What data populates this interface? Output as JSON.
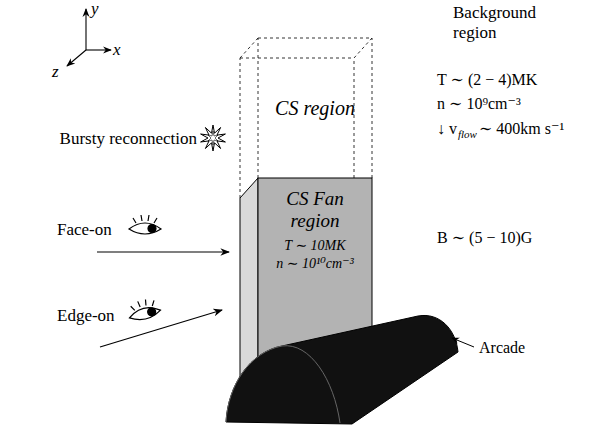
{
  "diagram": {
    "nodes": [
      {
        "text": [
          "CS region"
        ]
      },
      {
        "text": [
          "CS Fan region",
          "T ∼ 10MK",
          "n ∼ 10¹⁰cm⁻³"
        ]
      }
    ],
    "labels": [
      "y",
      "x",
      "z",
      "Bursty reconnection",
      "Face-on",
      "Edge-on",
      "Background region",
      "T ∼ (2 − 4)MK",
      "n ∼ 10⁹cm⁻³",
      "↓ v",
      "flow",
      "∼ 400km s⁻¹",
      "B ∼ (5 − 10)G",
      "Arcade"
    ]
  }
}
